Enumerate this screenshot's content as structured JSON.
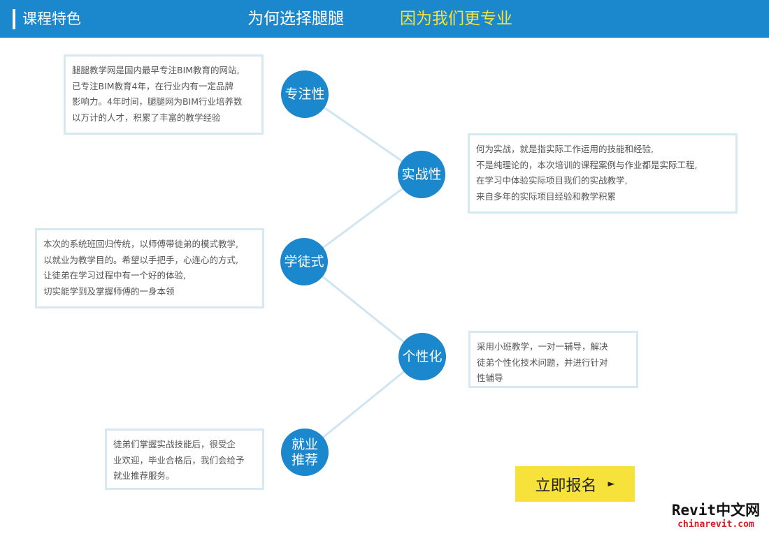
{
  "header": {
    "section_title": "课程特色",
    "tagline_1": "为何选择腿腿",
    "tagline_2": "因为我们更专业"
  },
  "features": [
    {
      "name": "专注性",
      "lines": [
        "腿腿教学网是国内最早专注BIM教育的网站,",
        "已专注BIM教育4年，在行业内有一定品牌",
        "影响力。4年时间，腿腿网为BIM行业培养数",
        "以万计的人才，积累了丰富的教学经验"
      ]
    },
    {
      "name": "实战性",
      "lines": [
        "何为实战，就是指实际工作运用的技能和经验,",
        "不是纯理论的，本次培训的课程案例与作业都是实际工程,",
        "在学习中体验实际项目我们的实战教学,",
        "来自多年的实际项目经验和教学积累"
      ]
    },
    {
      "name": "学徒式",
      "lines": [
        "本次的系统班回归传统，以师傅带徒弟的模式教学,",
        "以就业为教学目的。希望以手把手，心连心的方式,",
        "让徒弟在学习过程中有一个好的体验,",
        "切实能学到及掌握师傅的一身本领"
      ]
    },
    {
      "name": "个性化",
      "lines": [
        "采用小班教学，一对一辅导，解决",
        "徒弟个性化技术问题，并进行针对",
        "性辅导"
      ]
    },
    {
      "name": "就业\n推荐",
      "lines": [
        "徒弟们掌握实战技能后，很受企",
        "业欢迎，毕业合格后，我们会给予",
        "就业推荐服务。"
      ]
    }
  ],
  "cta": {
    "label": "立即报名",
    "arrow": "►"
  },
  "watermark": {
    "line1": "Revit中文网",
    "line2": "chinarevit.com"
  },
  "colors": {
    "header": "#1b87cd",
    "node": "#1b87cd",
    "accent_yellow": "#f6e23a",
    "box_border": "#d6e8f1",
    "connector": "#cfe5f0"
  }
}
